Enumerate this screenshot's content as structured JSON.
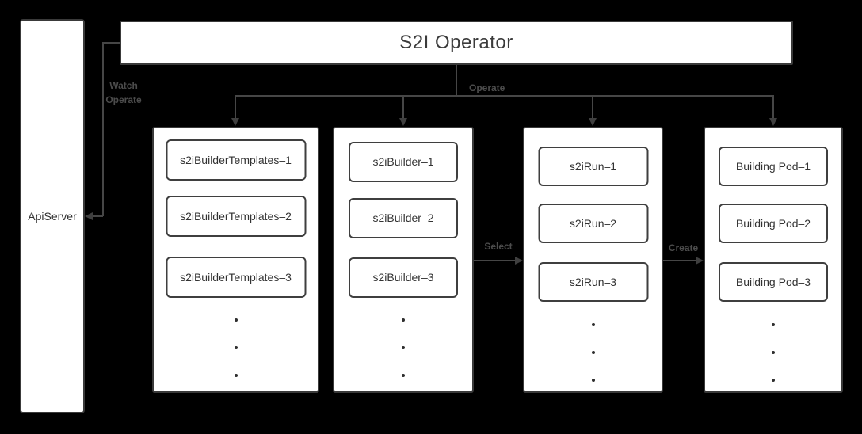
{
  "diagram": {
    "title": "S2I Operator",
    "api_server_label": "ApiServer",
    "edge_labels": {
      "watch_line1": "Watch",
      "watch_line2": "Operate",
      "operate": "Operate",
      "select": "Select",
      "create": "Create"
    },
    "columns": [
      {
        "id": "s2i-builder-templates",
        "items": [
          "s2iBuilderTemplates–1",
          "s2iBuilderTemplates–2",
          "s2iBuilderTemplates–3"
        ]
      },
      {
        "id": "s2i-builder",
        "items": [
          "s2iBuilder–1",
          "s2iBuilder–2",
          "s2iBuilder–3"
        ]
      },
      {
        "id": "s2i-run",
        "items": [
          "s2iRun–1",
          "s2iRun–2",
          "s2iRun–3"
        ]
      },
      {
        "id": "building-pod",
        "items": [
          "Building Pod–1",
          "Building Pod–2",
          "Building Pod–3"
        ]
      }
    ],
    "colors": {
      "background": "#000000",
      "box_fill": "#ffffff",
      "border": "#3a3a3a",
      "text": "#333333",
      "edge": "#464646",
      "edge_label": "#4c4c4c"
    }
  }
}
